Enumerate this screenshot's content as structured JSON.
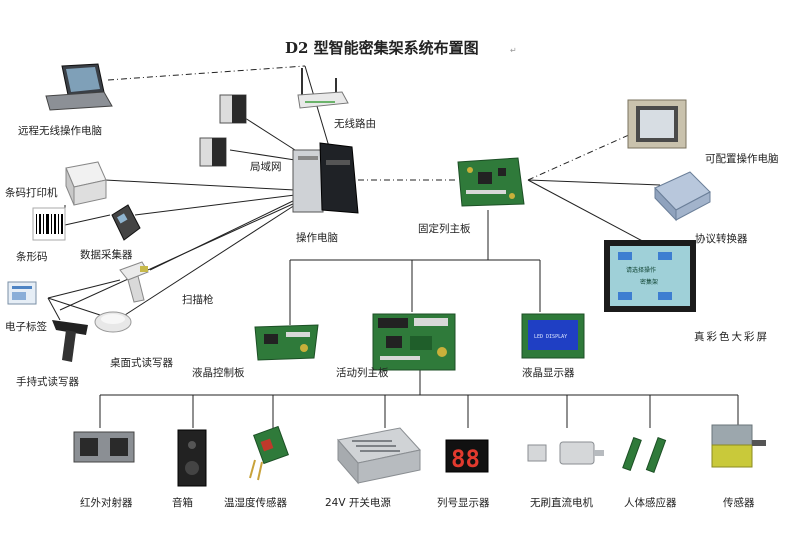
{
  "title": "D2 型智能密集架系统布置图",
  "paragraph_mark": "↵",
  "nodes": {
    "remote_laptop": "远程无线操作电脑",
    "wireless_router": "无线路由",
    "lan": "局域网",
    "barcode_printer": "条码打印机",
    "barcode": "条形码",
    "data_collector": "数据采集器",
    "scanner_gun": "扫描枪",
    "electronic_tag": "电子标签",
    "desktop_reader": "桌面式读写器",
    "handheld_reader": "手持式读写器",
    "operator_pc": "操作电脑",
    "fixed_main_board": "固定列主板",
    "configurable_pc": "可配置操作电脑",
    "protocol_converter": "协议转换器",
    "true_color_screen": "真彩色大彩屏",
    "lcd_control_board": "液晶控制板",
    "mobile_main_board": "活动列主板",
    "lcd_display": "液晶显示器",
    "ir_sensor": "红外对射器",
    "speaker": "音箱",
    "temp_humidity_sensor": "温湿度传感器",
    "power_supply": "24V 开关电源",
    "column_display": "列号显示器",
    "dc_motor": "无刷直流电机",
    "human_sensor": "人体感应器",
    "sensor": "传感器"
  },
  "screen": {
    "line1": "请选择操作",
    "line2": "密集架"
  },
  "lcd": {
    "text": "LED DISPLAY"
  },
  "seven_seg": {
    "digits": "88"
  }
}
